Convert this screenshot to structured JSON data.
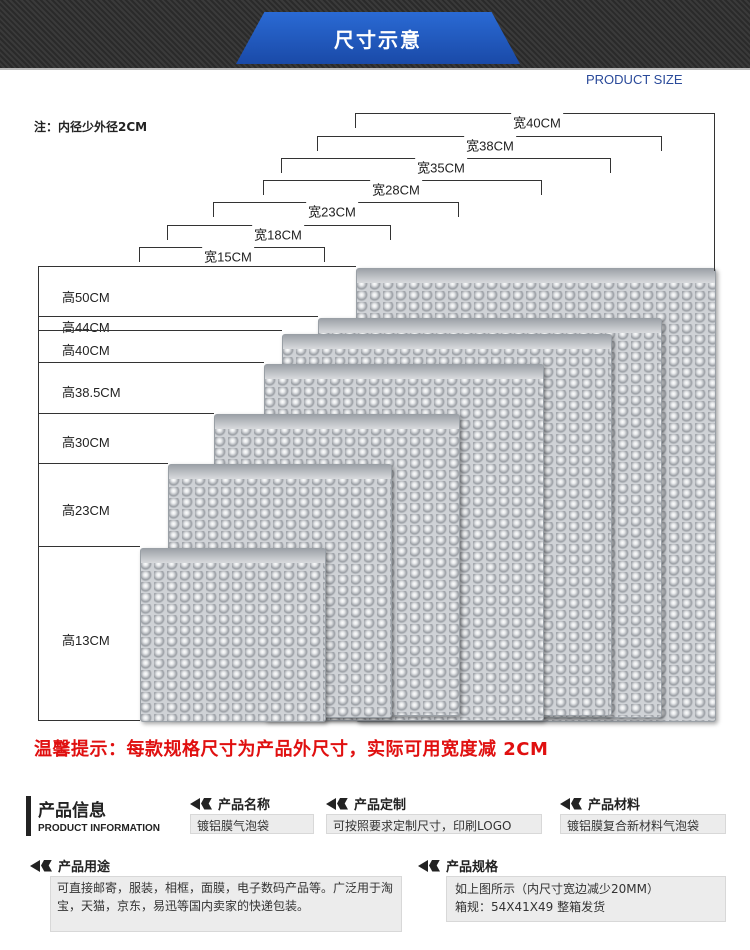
{
  "header": {
    "title": "尺寸示意",
    "subtitle": "PRODUCT SIZE"
  },
  "note": "注：内径少外径2CM",
  "widths": [
    {
      "label": "宽40CM"
    },
    {
      "label": "宽38CM"
    },
    {
      "label": "宽35CM"
    },
    {
      "label": "宽28CM"
    },
    {
      "label": "宽23CM"
    },
    {
      "label": "宽18CM"
    },
    {
      "label": "宽15CM"
    }
  ],
  "heights": [
    {
      "label": "高50CM"
    },
    {
      "label": "高44CM"
    },
    {
      "label": "高40CM"
    },
    {
      "label": "高38.5CM"
    },
    {
      "label": "高30CM"
    },
    {
      "label": "高23CM"
    },
    {
      "label": "高13CM"
    }
  ],
  "warning": "温馨提示：每款规格尺寸为产品外尺寸，实际可用宽度减 2CM",
  "info": {
    "title": "产品信息",
    "subtitle": "PRODUCT INFORMATION",
    "name": {
      "label": "产品名称",
      "value": "镀铝膜气泡袋"
    },
    "custom": {
      "label": "产品定制",
      "value": "可按照要求定制尺寸，印刷LOGO"
    },
    "material": {
      "label": "产品材料",
      "value": "镀铝膜复合新材料气泡袋"
    },
    "usage": {
      "label": "产品用途",
      "value": "可直接邮寄，服装，相框，面膜，电子数码产品等。广泛用于淘宝，天猫，京东，易迅等国内卖家的快递包装。"
    },
    "spec": {
      "label": "产品规格",
      "line1": "如上图所示（内尺寸宽边减少20MM）",
      "line2": "箱规：54X41X49  整箱发货"
    }
  },
  "colors": {
    "accent_blue": "#1a4aa8",
    "warning_red": "#e01010"
  }
}
